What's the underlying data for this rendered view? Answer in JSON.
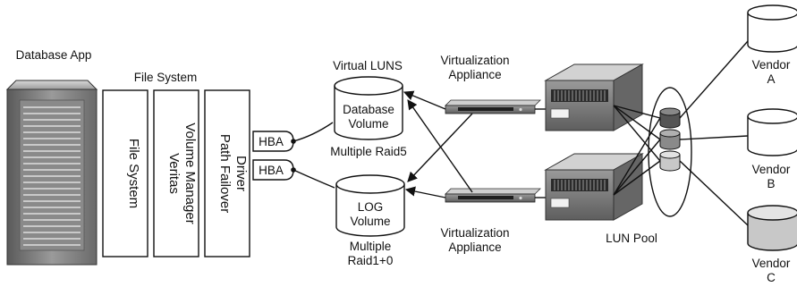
{
  "labels": {
    "database_app": "Database App",
    "file_system_title": "File System",
    "file_system_box": "File System",
    "veritas_line1": "Veritas",
    "veritas_line2": "Volume Manager",
    "path_failover_line1": "Path Failover",
    "path_failover_line2": "Driver",
    "hba_top": "HBA",
    "hba_bottom": "HBA",
    "virtual_luns": "Virtual LUNS",
    "db_volume_line1": "Database",
    "db_volume_line2": "Volume",
    "multiple_raid5": "Multiple Raid5",
    "log_volume_line1": "LOG",
    "log_volume_line2": "Volume",
    "multiple_raid10_line1": "Multiple",
    "multiple_raid10_line2": "Raid1+0",
    "virt_top_line1": "Virtualization",
    "virt_top_line2": "Appliance",
    "virt_bottom_line1": "Virtualization",
    "virt_bottom_line2": "Appliance",
    "lun_pool": "LUN Pool",
    "vendor_a_line1": "Vendor",
    "vendor_a_line2": "A",
    "vendor_b_line1": "Vendor",
    "vendor_b_line2": "B",
    "vendor_c_line1": "Vendor",
    "vendor_c_line2": "C"
  }
}
